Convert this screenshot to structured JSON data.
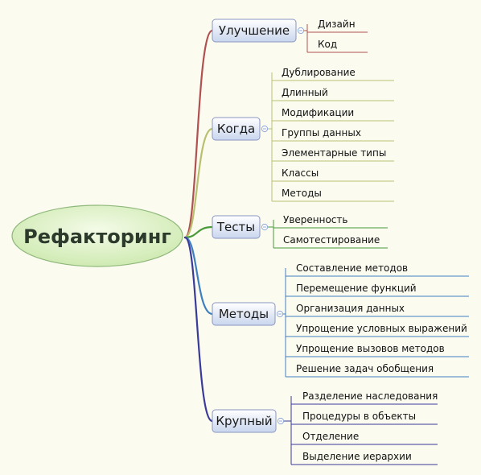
{
  "root": {
    "label": "Рефакторинг",
    "fill": "#d8f0c0",
    "stroke": "#8fb87a"
  },
  "branches": [
    {
      "label": "Улучшение",
      "color": "#b05050",
      "items": [
        "Дизайн",
        "Код"
      ]
    },
    {
      "label": "Когда",
      "color": "#b8c070",
      "items": [
        "Дублирование",
        "Длинный",
        "Модификации",
        "Группы данных",
        "Элементарные типы",
        "Классы",
        "Методы"
      ]
    },
    {
      "label": "Тесты",
      "color": "#4a9a3a",
      "items": [
        "Уверенность",
        "Самотестирование"
      ]
    },
    {
      "label": "Методы",
      "color": "#3f7fbf",
      "items": [
        "Составление методов",
        "Перемещение функций",
        "Организация данных",
        "Упрощение условных выражений",
        "Упрощение вызовов методов",
        "Решение задач обобщения"
      ]
    },
    {
      "label": "Крупный",
      "color": "#3a3a9a",
      "items": [
        "Разделение наследования",
        "Процедуры в объекты",
        "Отделение",
        "Выделение иерархии"
      ]
    }
  ],
  "colors": {
    "branch_box_fill_top": "#ffffff",
    "branch_box_fill_bottom": "#c9d6ee",
    "branch_box_stroke": "#8a96c0",
    "collapse_icon": "#8fa8d8"
  }
}
